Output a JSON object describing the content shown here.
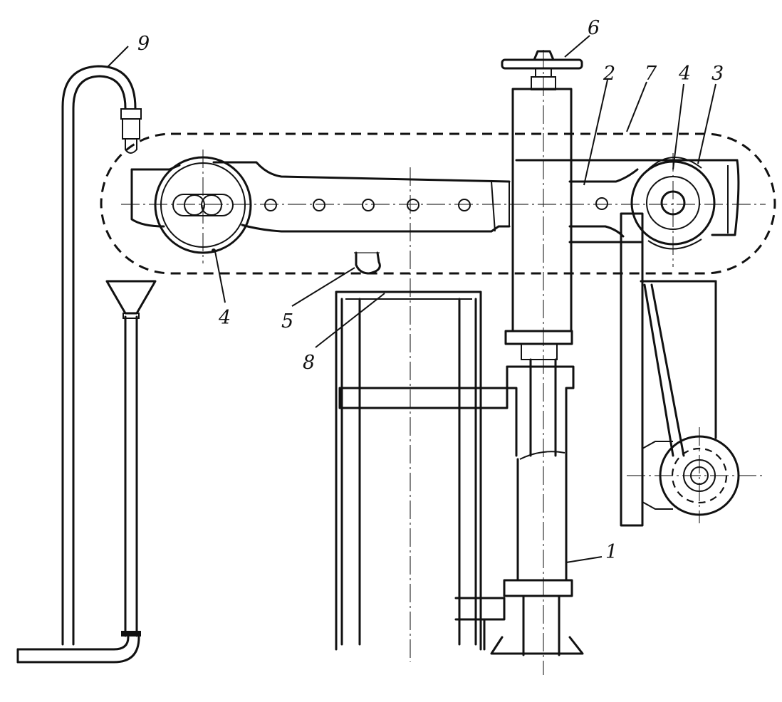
{
  "callouts": {
    "c1": "1",
    "c2": "2",
    "c3": "3",
    "c4_left": "4",
    "c4_right": "4",
    "c5": "5",
    "c6": "6",
    "c7": "7",
    "c8": "8",
    "c9": "9"
  }
}
